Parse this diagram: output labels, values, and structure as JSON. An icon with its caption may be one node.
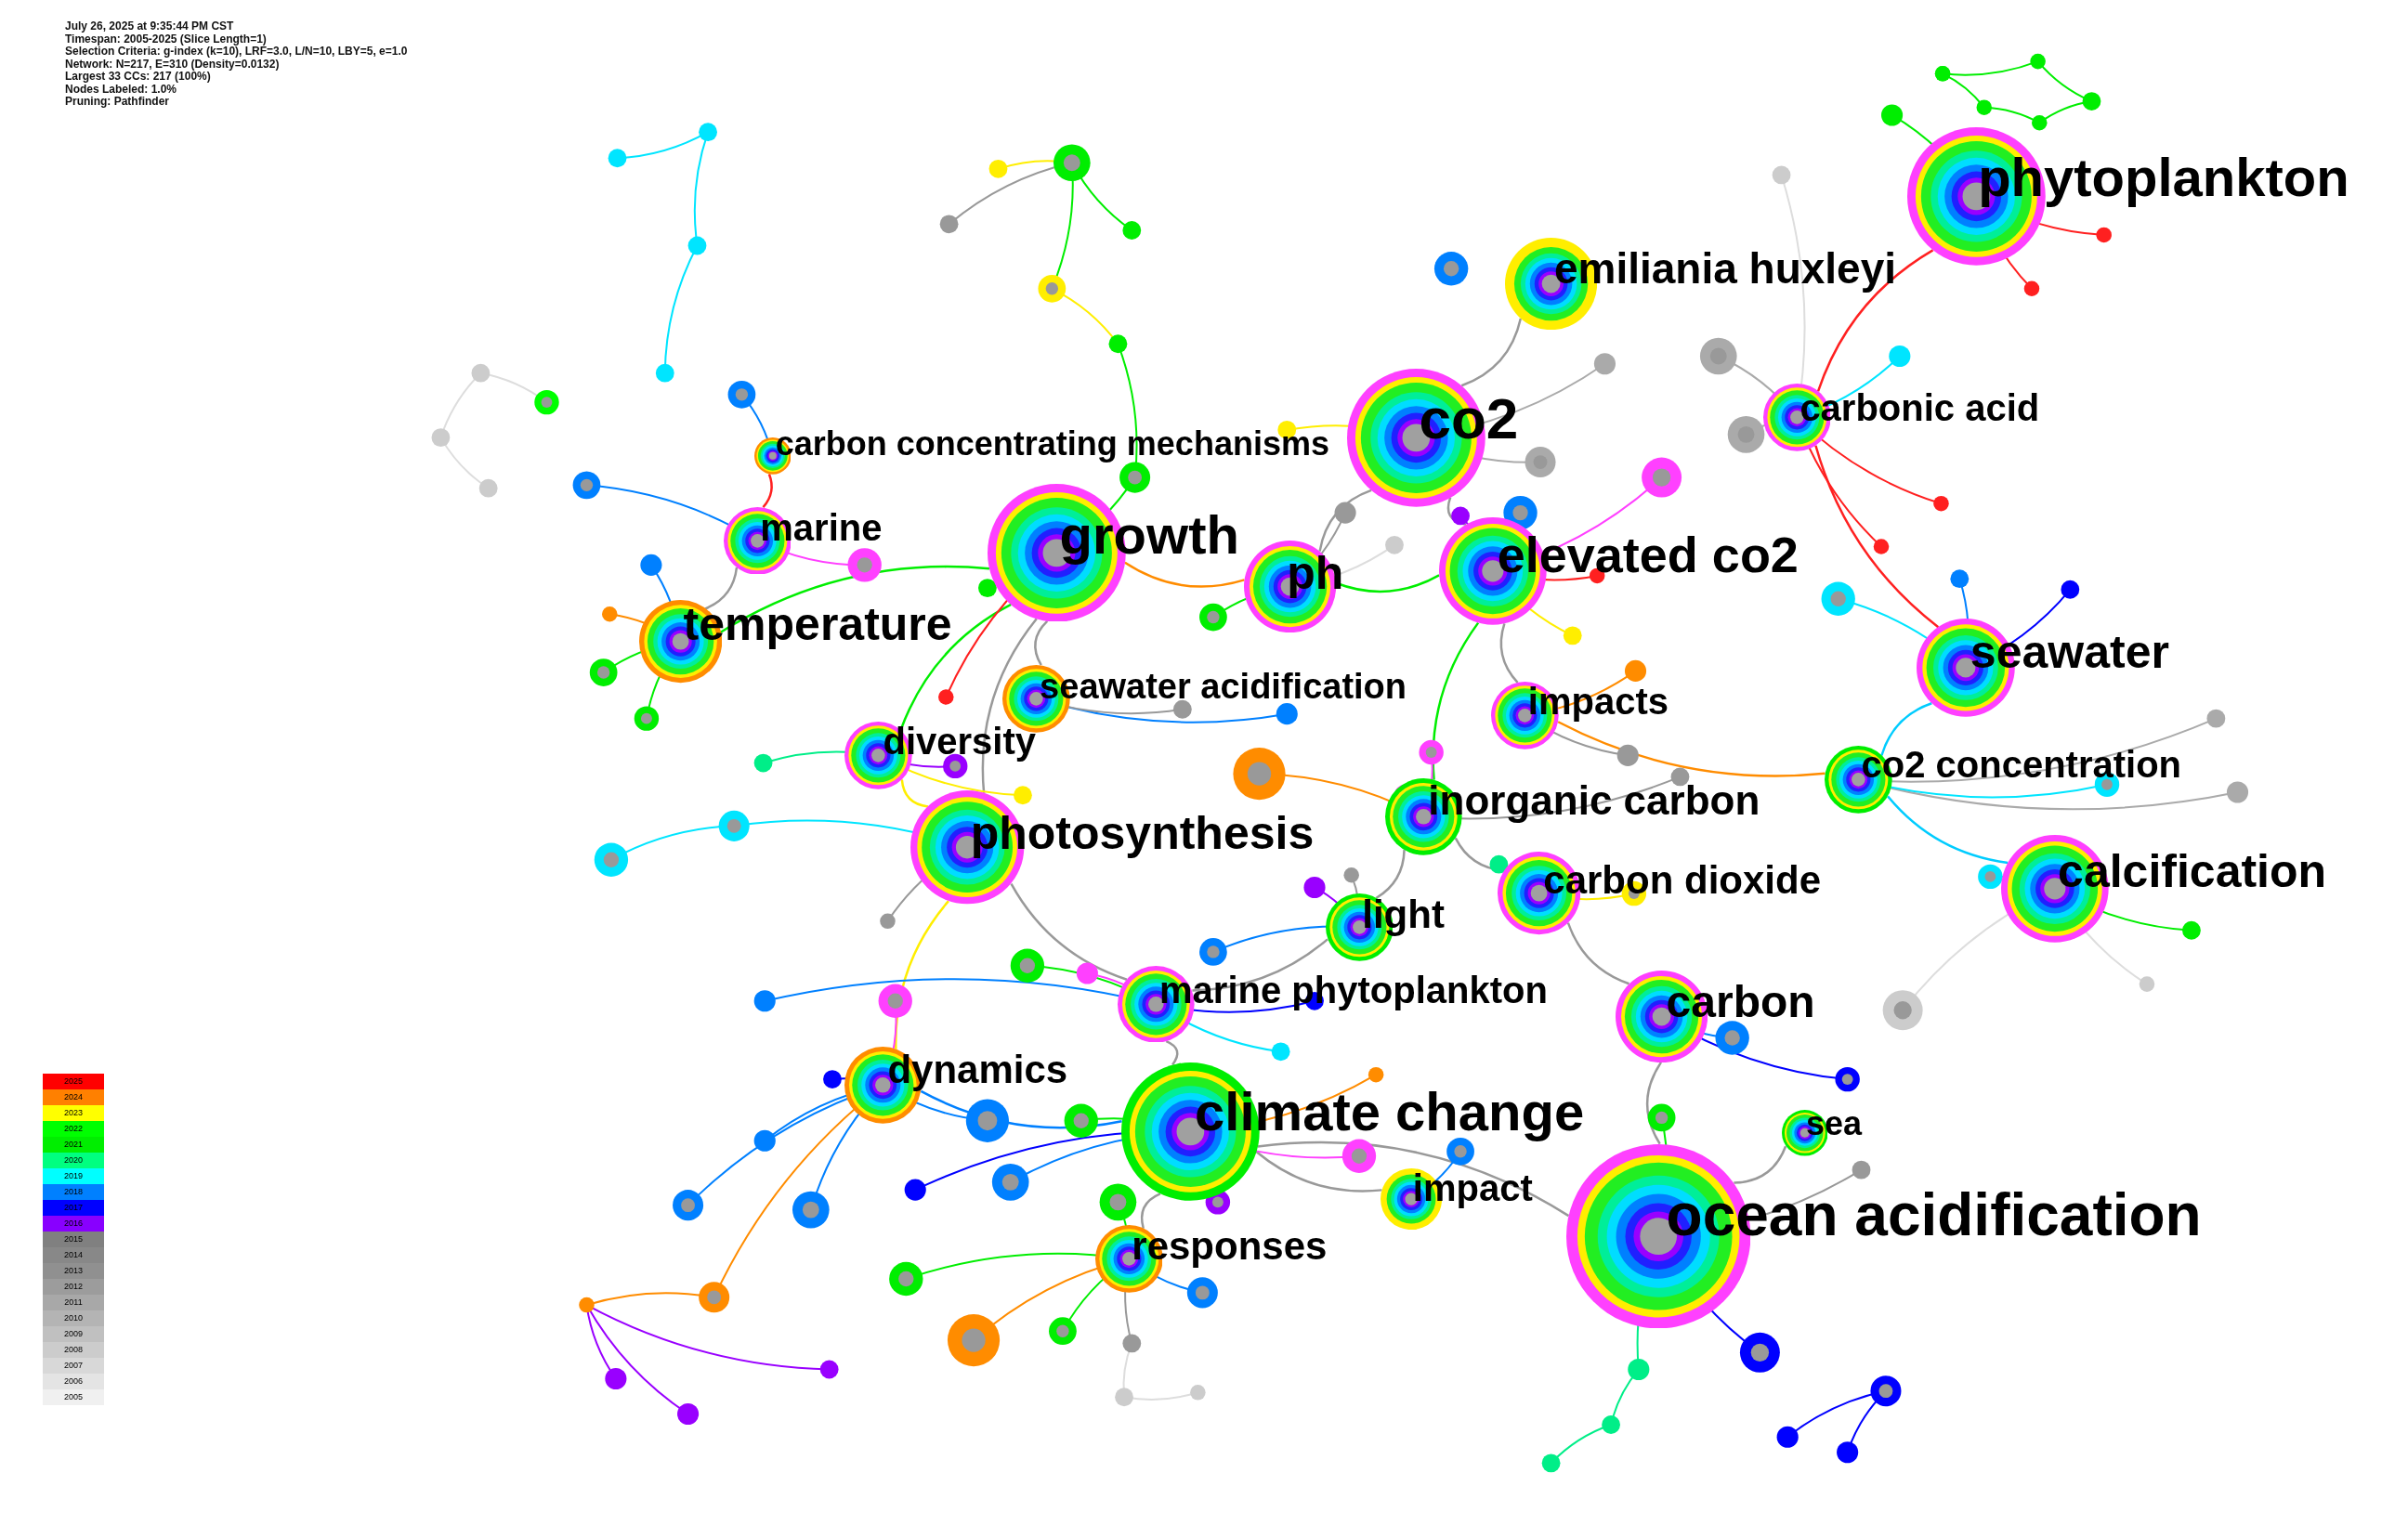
{
  "diagram": {
    "nodes": [
      {
        "text": [
          "phytoplankton"
        ]
      },
      {
        "text": [
          "emiliania huxleyi"
        ]
      },
      {
        "text": [
          "carbonic acid"
        ]
      },
      {
        "text": [
          "co2"
        ]
      },
      {
        "text": [
          "carbon concentrating mechanisms"
        ]
      },
      {
        "text": [
          "marine"
        ]
      },
      {
        "text": [
          "growth"
        ]
      },
      {
        "text": [
          "ph"
        ]
      },
      {
        "text": [
          "elevated co2"
        ]
      },
      {
        "text": [
          "temperature"
        ]
      },
      {
        "text": [
          "seawater acidification"
        ]
      },
      {
        "text": [
          "seawater"
        ]
      },
      {
        "text": [
          "impacts"
        ]
      },
      {
        "text": [
          "diversity"
        ]
      },
      {
        "text": [
          "co2 concentration"
        ]
      },
      {
        "text": [
          "inorganic carbon"
        ]
      },
      {
        "text": [
          "photosynthesis"
        ]
      },
      {
        "text": [
          "carbon dioxide"
        ]
      },
      {
        "text": [
          "calcification"
        ]
      },
      {
        "text": [
          "light"
        ]
      },
      {
        "text": [
          "marine phytoplankton"
        ]
      },
      {
        "text": [
          "carbon"
        ]
      },
      {
        "text": [
          "dynamics"
        ]
      },
      {
        "text": [
          "climate change"
        ]
      },
      {
        "text": [
          "sea"
        ]
      },
      {
        "text": [
          "impact"
        ]
      },
      {
        "text": [
          "responses"
        ]
      },
      {
        "text": [
          "ocean acidification"
        ]
      }
    ],
    "edges": [
      {
        "from": 0,
        "to": 2,
        "arrow": "none",
        "color": "#ff2020"
      },
      {
        "from": 2,
        "to": 11,
        "arrow": "none",
        "color": "#ff2020"
      },
      {
        "from": 11,
        "to": 14,
        "arrow": "none",
        "color": "#00ccff"
      },
      {
        "from": 3,
        "to": 1,
        "arrow": "none"
      },
      {
        "from": 3,
        "to": 8,
        "arrow": "none"
      },
      {
        "from": 3,
        "to": 7,
        "arrow": "none"
      },
      {
        "from": 6,
        "to": 7,
        "arrow": "none",
        "color": "#ff8c00"
      },
      {
        "from": 6,
        "to": 16,
        "arrow": "none"
      },
      {
        "from": 6,
        "to": 9,
        "arrow": "none",
        "color": "#00ee00"
      },
      {
        "from": 6,
        "to": 13,
        "arrow": "none",
        "color": "#00ee00"
      },
      {
        "from": 6,
        "to": 10,
        "arrow": "none"
      },
      {
        "from": 9,
        "to": 5,
        "arrow": "none"
      },
      {
        "from": 5,
        "to": 4,
        "arrow": "none",
        "color": "#ff2020"
      },
      {
        "from": 13,
        "to": 16,
        "arrow": "none",
        "color": "#ffee00"
      },
      {
        "from": 7,
        "to": 8,
        "arrow": "none",
        "color": "#00ee00"
      },
      {
        "from": 8,
        "to": 12,
        "arrow": "none"
      },
      {
        "from": 8,
        "to": 15,
        "arrow": "none",
        "color": "#00ee00"
      },
      {
        "from": 15,
        "to": 17,
        "arrow": "none"
      },
      {
        "from": 17,
        "to": 21,
        "arrow": "none"
      },
      {
        "from": 21,
        "to": 27,
        "arrow": "none"
      },
      {
        "from": 27,
        "to": 24,
        "arrow": "none"
      },
      {
        "from": 27,
        "to": 23,
        "arrow": "none"
      },
      {
        "from": 23,
        "to": 25,
        "arrow": "none"
      },
      {
        "from": 23,
        "to": 26,
        "arrow": "none"
      },
      {
        "from": 23,
        "to": 20,
        "arrow": "none"
      },
      {
        "from": 20,
        "to": 19,
        "arrow": "none"
      },
      {
        "from": 19,
        "to": 15,
        "arrow": "none"
      },
      {
        "from": 16,
        "to": 20,
        "arrow": "none"
      },
      {
        "from": 22,
        "to": 23,
        "arrow": "none",
        "color": "#0080ff"
      },
      {
        "from": 12,
        "to": 14,
        "arrow": "none",
        "color": "#ff8c00"
      },
      {
        "from": 14,
        "to": 18,
        "arrow": "none",
        "color": "#00ccff"
      },
      {
        "from": 16,
        "to": 22,
        "arrow": "none",
        "color": "#ffee00"
      }
    ],
    "labels": [
      "July 26, 2025 at 9:35:44 PM CST",
      "Timespan: 2005-2025 (Slice Length=1)",
      "Selection Criteria: g-index (k=10), LRF=3.0, L/N=10, LBY=5, e=1.0",
      "Network: N=217, E=310 (Density=0.0132)",
      "Largest 33 CCs: 217 (100%)",
      "Nodes Labeled: 1.0%",
      "Pruning: Pathfinder"
    ],
    "legend": [
      {
        "text": "2025",
        "color": "#ff0000"
      },
      {
        "text": "2024",
        "color": "#ff8000"
      },
      {
        "text": "2023",
        "color": "#ffff00"
      },
      {
        "text": "2022",
        "color": "#00ff00"
      },
      {
        "text": "2021",
        "color": "#00ee00"
      },
      {
        "text": "2020",
        "color": "#00ff80"
      },
      {
        "text": "2019",
        "color": "#00ffff"
      },
      {
        "text": "2018",
        "color": "#0080ff"
      },
      {
        "text": "2017",
        "color": "#0000ff"
      },
      {
        "text": "2016",
        "color": "#8800ff"
      },
      {
        "text": "2015",
        "color": "#808080"
      },
      {
        "text": "2014",
        "color": "#888888"
      },
      {
        "text": "2013",
        "color": "#909090"
      },
      {
        "text": "2012",
        "color": "#9c9c9c"
      },
      {
        "text": "2011",
        "color": "#a8a8a8"
      },
      {
        "text": "2010",
        "color": "#b4b4b4"
      },
      {
        "text": "2009",
        "color": "#c0c0c0"
      },
      {
        "text": "2008",
        "color": "#cccccc"
      },
      {
        "text": "2007",
        "color": "#d8d8d8"
      },
      {
        "text": "2006",
        "color": "#e4e4e4"
      },
      {
        "text": "2005",
        "color": "#f0f0f0"
      }
    ]
  }
}
